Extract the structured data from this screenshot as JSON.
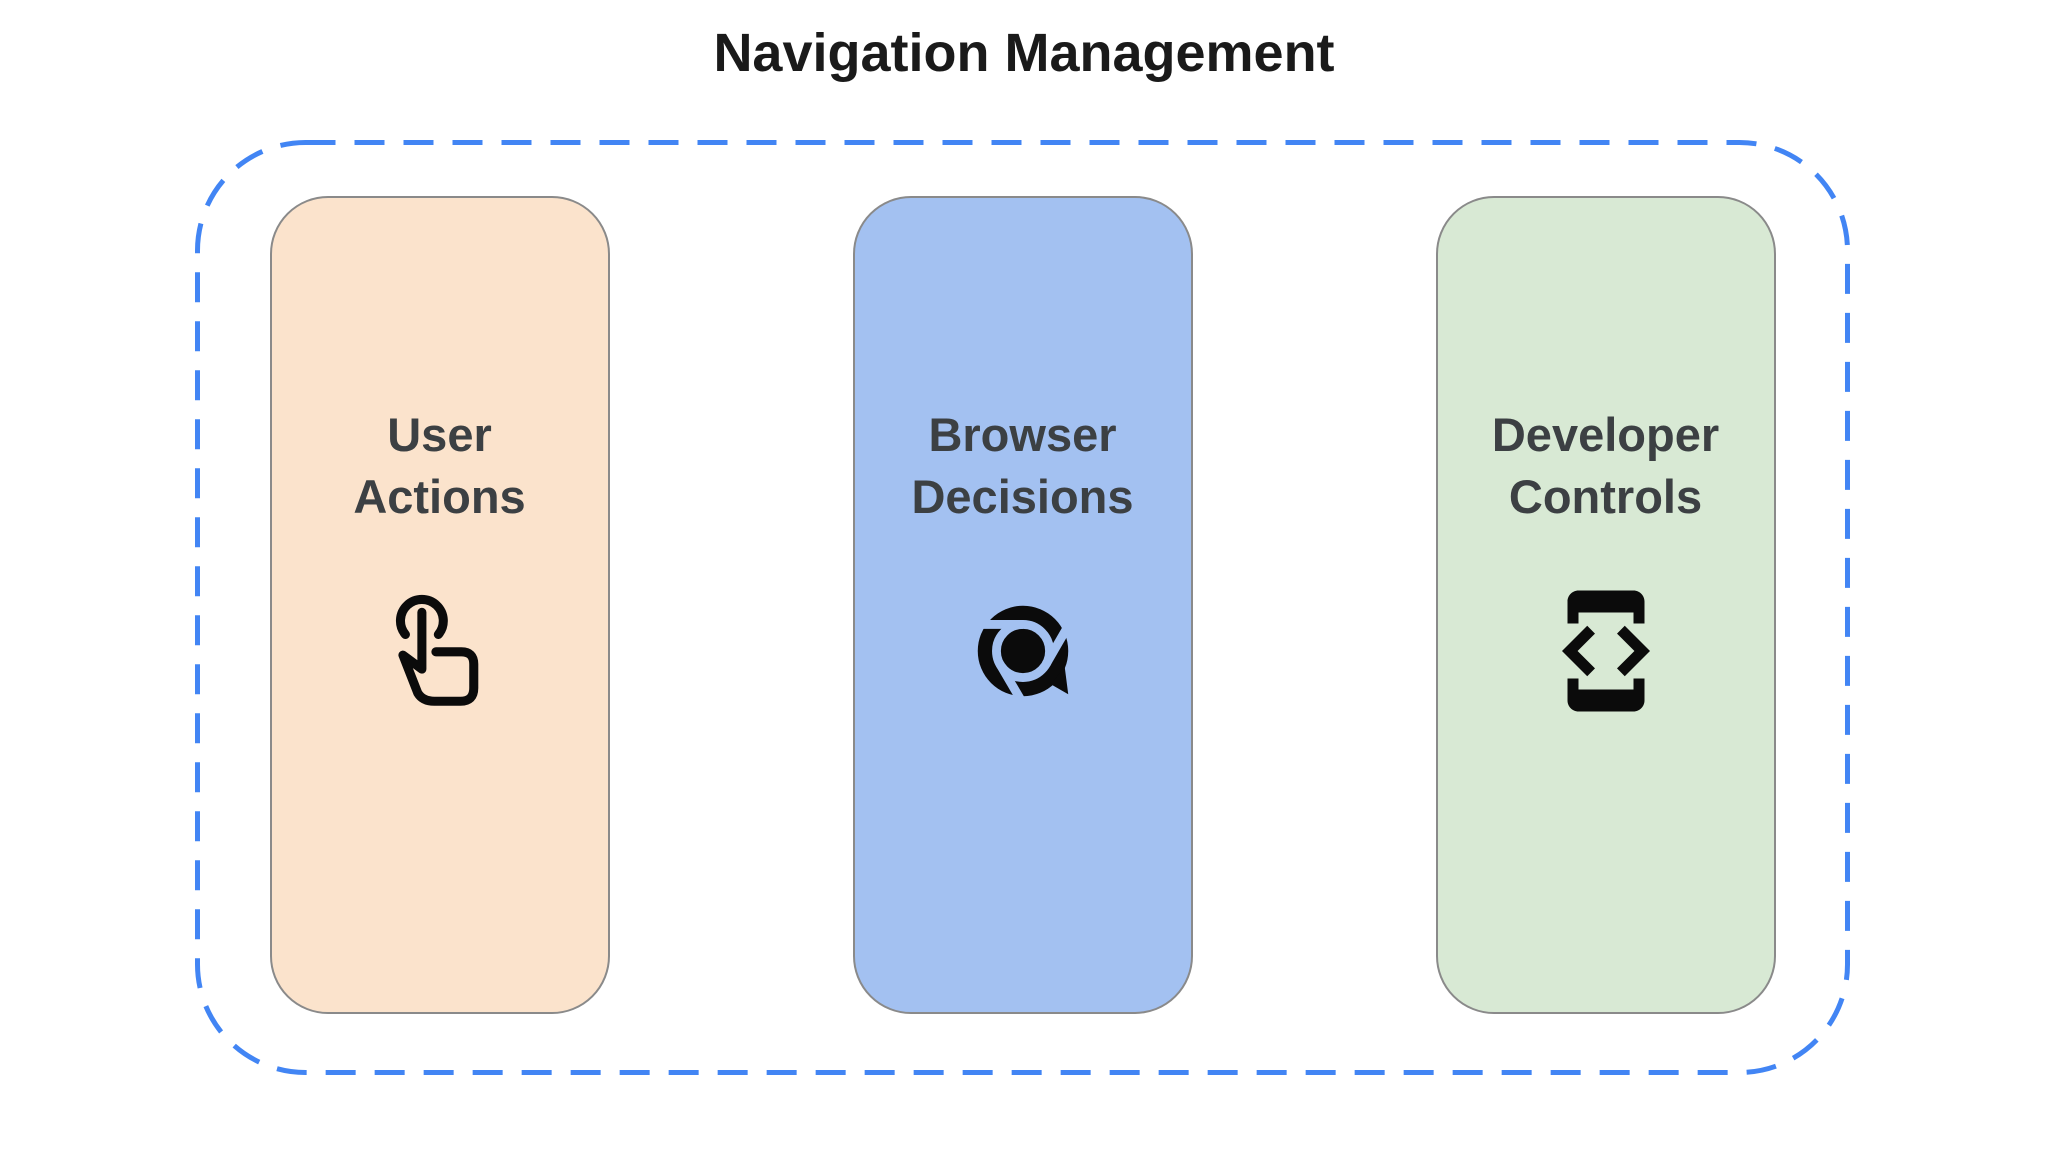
{
  "title": "Navigation Management",
  "colors": {
    "accent": "#4285F4",
    "card_user_bg": "#FBE3CC",
    "card_browser_bg": "#A3C1F1",
    "card_developer_bg": "#D8E9D4",
    "card_border": "#8A8A8A",
    "label": "#3C4043",
    "title": "#1A1A1A",
    "icon": "#0B0B0B"
  },
  "cards": [
    {
      "line1": "User",
      "line2": "Actions",
      "icon": "touch-icon"
    },
    {
      "line1": "Browser",
      "line2": "Decisions",
      "icon": "chrome-icon"
    },
    {
      "line1": "Developer",
      "line2": "Controls",
      "icon": "developer-mode-icon"
    }
  ]
}
